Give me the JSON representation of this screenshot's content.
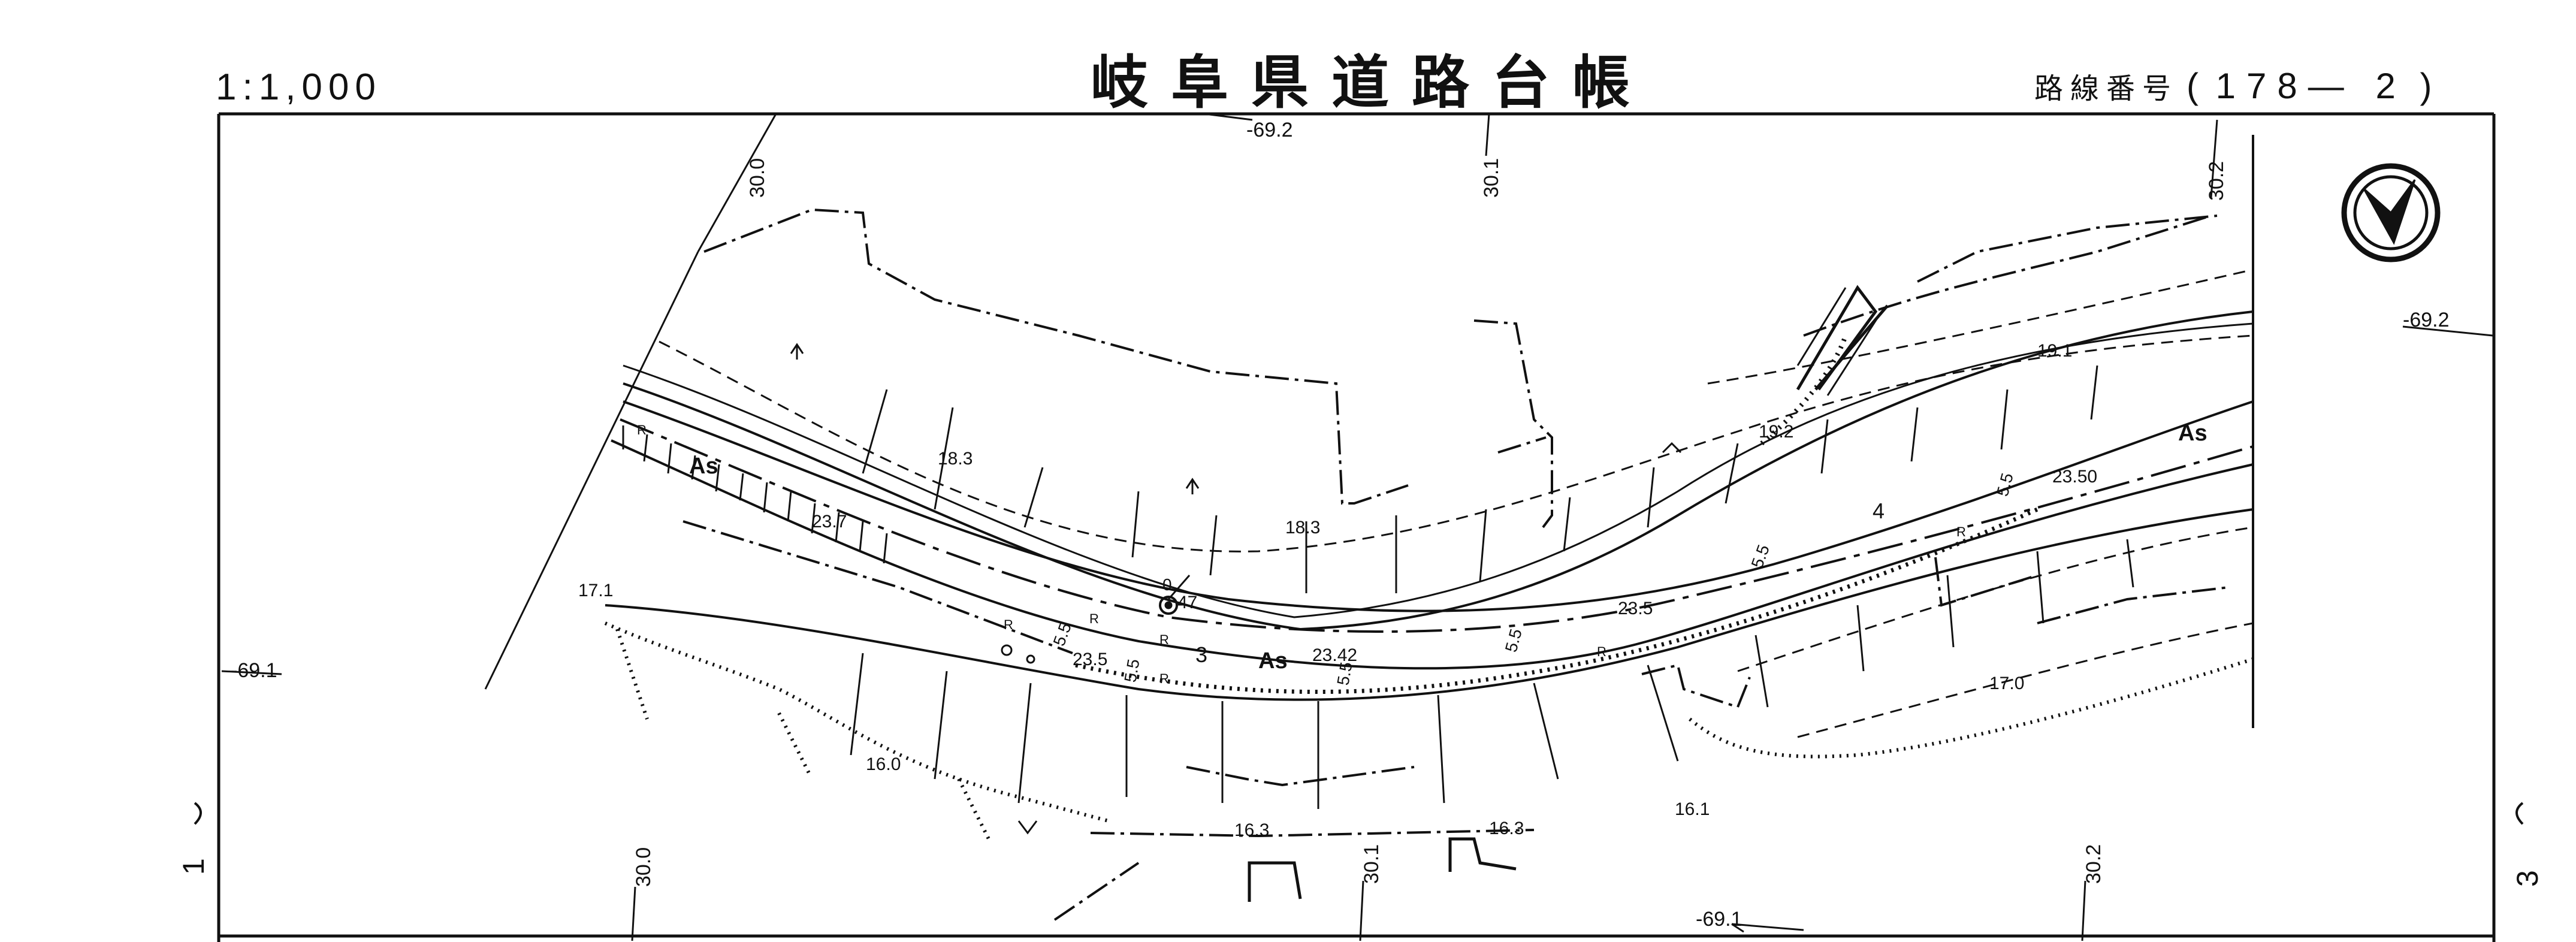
{
  "header": {
    "scale": "1:1,000",
    "title": "岐阜県道路台帳",
    "route_label": "路線番号",
    "route_open": "(",
    "route_number": "178— 2",
    "route_close": ")"
  },
  "edge_coordinates": {
    "top": "-69.2",
    "right": "-69.2",
    "left": "-69.1",
    "bottom": "-69.1"
  },
  "grid_labels": {
    "top": [
      "30.0",
      "30.1",
      "30.2"
    ],
    "bottom": [
      "30.0",
      "30.1",
      "30.2"
    ]
  },
  "sheet_neighbors": {
    "left": "1",
    "right": "3"
  },
  "elevations": [
    "18.3",
    "18.3",
    "19.1",
    "19.2",
    "23.7",
    "23.5",
    "23.5",
    "23.42",
    "23.50",
    "17.1",
    "17.0",
    "16.0",
    "16.3",
    "16.3",
    "16.1",
    "47"
  ],
  "road_marks": {
    "surface": [
      "As",
      "As",
      "As"
    ],
    "widths": [
      "5.5",
      "5.5",
      "5.5",
      "5.5",
      "5.5",
      "5.5"
    ],
    "r_marks": [
      "R",
      "R",
      "R",
      "R",
      "R",
      "R",
      "R"
    ],
    "numbers": [
      "3",
      "4",
      "0"
    ]
  },
  "compass": {
    "icon": "north-arrow-icon"
  },
  "colors": {
    "ink": "#111111",
    "paper": "#ffffff"
  }
}
